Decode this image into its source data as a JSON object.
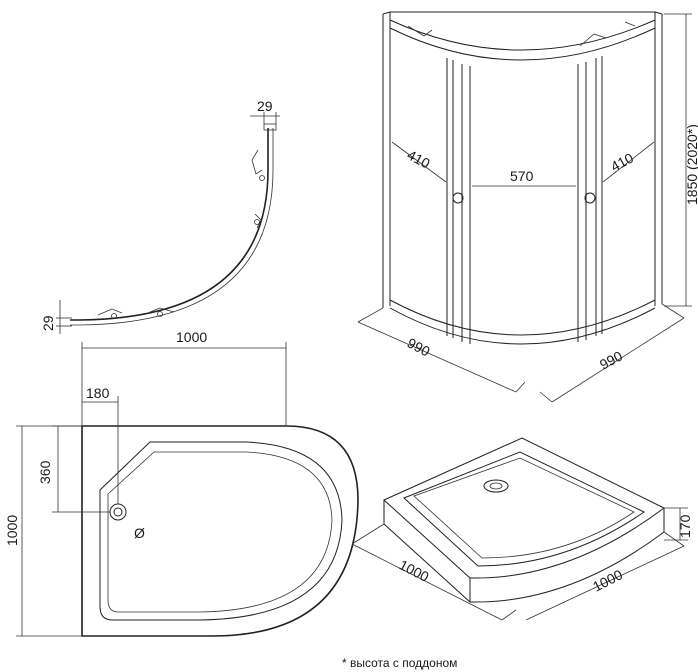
{
  "plan_profile": {
    "top_dim": "29",
    "left_dim": "29"
  },
  "cabin_3d": {
    "door_left": "410",
    "center_opening": "570",
    "door_right": "410",
    "height": "1850 (2020*)",
    "base_left": "990",
    "base_right": "990"
  },
  "tray_plan": {
    "width": "1000",
    "drain_x": "180",
    "drain_y": "360",
    "depth": "1000",
    "drain_symbol": "Ø"
  },
  "tray_3d": {
    "height": "170",
    "base_left": "1000",
    "base_right": "1000"
  },
  "footnote": "* высота с поддоном",
  "colors": {
    "line": "#222222",
    "text": "#1a1a1a",
    "background": "#ffffff"
  }
}
